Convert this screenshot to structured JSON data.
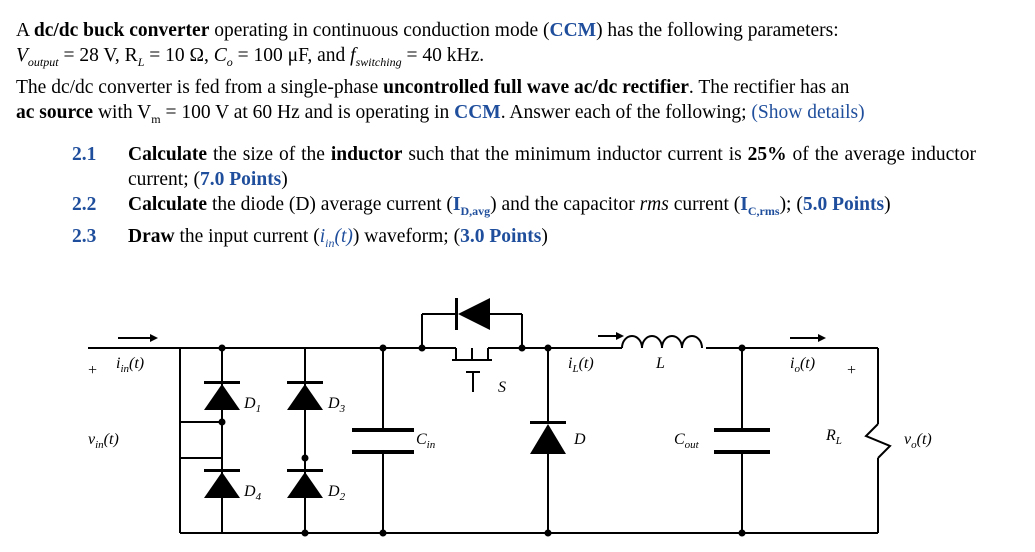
{
  "intro": {
    "s1": "A ",
    "s2": "dc/dc buck converter",
    "s3": " operating in continuous conduction mode (",
    "s4": "CCM",
    "s5": ") has the following parameters:",
    "p1_sym": "V",
    "p1_sub": "output",
    "p1_eq": " = 28 V, R",
    "p2_sub": "L",
    "p2_eq": " = 10 Ω, ",
    "p3_sym": "C",
    "p3_sub": "o",
    "p3_eq": " = 100 μF, and ",
    "p4_sym": "f",
    "p4_sub": "switching",
    "p4_eq": " = 40 kHz.",
    "r1": "The dc/dc converter is fed from a single-phase ",
    "r2": "uncontrolled full wave ac/dc rectifier",
    "r3": ". The rectifier has an",
    "r4": "ac source",
    "r5": " with V",
    "r5_sub": "m",
    "r6": " = 100 V at 60 Hz and is operating in ",
    "r7": "CCM",
    "r8": ". Answer each of the following; ",
    "r9": "(Show details)"
  },
  "questions": [
    {
      "num": "2.1",
      "a": "Calculate",
      "b": " the size of the ",
      "c": "inductor",
      "d": " such that the minimum inductor current is ",
      "e": "25%",
      "f": " of the average inductor current; (",
      "g": "7.0 Points",
      "h": ")"
    },
    {
      "num": "2.2",
      "a": "Calculate",
      "b": " the diode (D) average current (",
      "c": "I",
      "c_sub": "D,avg",
      "d": ") and the capacitor ",
      "e": "rms",
      "f": " current (",
      "g": "I",
      "g_sub": "C,rms",
      "h": "); (",
      "i": "5.0 Points",
      "j": ")"
    },
    {
      "num": "2.3",
      "a": "Draw",
      "b": " the input current (",
      "c": "i",
      "c_sub": "in",
      "c_paren": "(t)",
      "d": ") waveform; (",
      "e": "3.0 Points",
      "f": ")"
    }
  ],
  "circuit": {
    "plus_in": "+",
    "iin": "i",
    "iin_sub": "in",
    "t": "(t)",
    "vin": "v",
    "vin_sub": "in",
    "D1": "D",
    "D1_sub": "1",
    "D2": "D",
    "D2_sub": "2",
    "D3": "D",
    "D3_sub": "3",
    "D4": "D",
    "D4_sub": "4",
    "Cin": "C",
    "Cin_sub": "in",
    "S": "S",
    "iL": "i",
    "iL_sub": "L",
    "D": "D",
    "L": "L",
    "Cout": "C",
    "Cout_sub": "out",
    "io": "i",
    "io_sub": "o",
    "plus_out": "+",
    "RL": "R",
    "RL_sub": "L",
    "vo": "v",
    "vo_sub": "o"
  }
}
